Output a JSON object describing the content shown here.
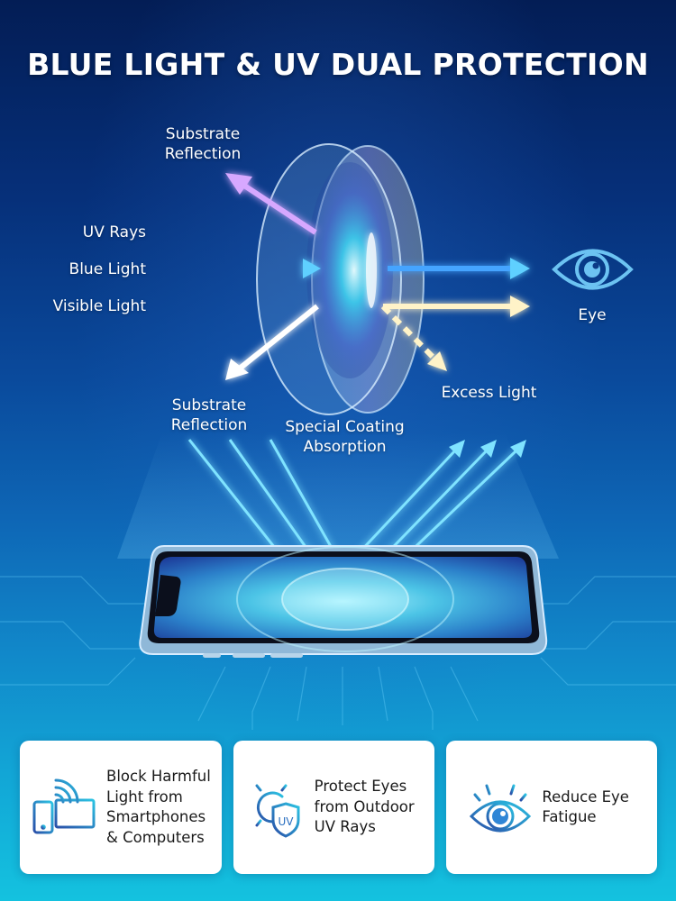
{
  "title": "BLUE LIGHT & UV DUAL PROTECTION",
  "diagram": {
    "incoming_rays": [
      {
        "label": "UV Rays",
        "color": "#b57cf2"
      },
      {
        "label": "Blue Light",
        "color": "#4aa8ff"
      },
      {
        "label": "Visible Light",
        "color": "#fff6d8"
      }
    ],
    "labels": {
      "substrate_reflection_top": [
        "Substrate",
        "Reflection"
      ],
      "substrate_reflection_bottom": [
        "Substrate",
        "Reflection"
      ],
      "special_coating": [
        "Special Coating",
        "Absorption"
      ],
      "excess_light": "Excess Light",
      "eye": "Eye"
    },
    "icons": {
      "lens": "lens-icon",
      "eye": "eye-icon",
      "phone": "smartphone-icon"
    }
  },
  "features": [
    {
      "icon": "devices-icon",
      "lines": [
        "Block Harmful",
        "Light from",
        "Smartphones",
        "& Computers"
      ]
    },
    {
      "icon": "sun-uv-shield-icon",
      "lines": [
        "Protect Eyes",
        "from Outdoor",
        "UV Rays"
      ],
      "badge": "UV"
    },
    {
      "icon": "eye-rays-icon",
      "lines": [
        "Reduce Eye",
        "Fatigue"
      ]
    }
  ],
  "colors": {
    "bg_top": "#031d55",
    "bg_bottom": "#14c2df",
    "icon_blue_dark": "#2a5fae",
    "icon_blue_light": "#2bb6e0",
    "uv": "#b57cf2",
    "blue": "#4aa8ff",
    "visible": "#fff6d8"
  }
}
